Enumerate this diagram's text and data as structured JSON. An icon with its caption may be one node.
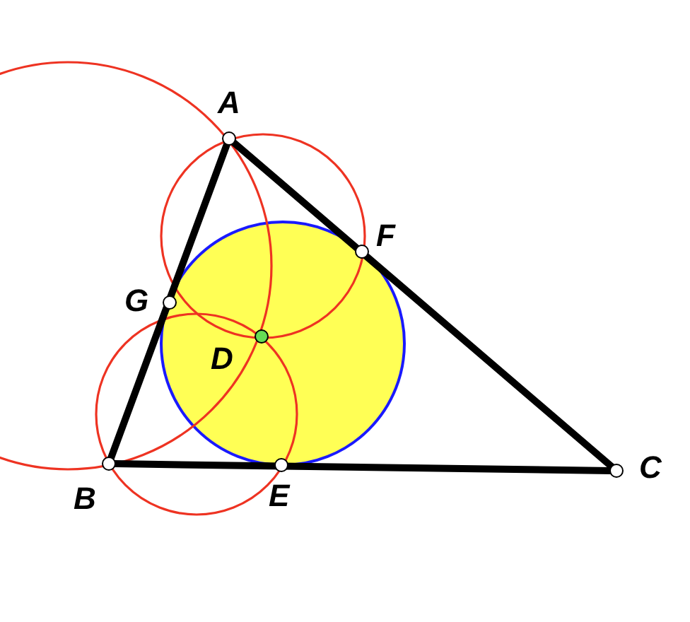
{
  "diagram": {
    "nodes": [
      {
        "text": [],
        "shape": "circle"
      },
      {
        "text": [],
        "shape": "circle"
      },
      {
        "text": [],
        "shape": "circle"
      },
      {
        "text": [],
        "shape": "circle"
      },
      {
        "text": [],
        "shape": "circle"
      },
      {
        "text": [],
        "shape": "circle"
      },
      {
        "text": [],
        "shape": "circle"
      }
    ],
    "edges": [
      {
        "from": 2,
        "to": 0,
        "arrow": "none"
      },
      {
        "from": 0,
        "to": 6,
        "arrow": "none"
      },
      {
        "from": 6,
        "to": 2,
        "arrow": "none"
      }
    ],
    "labels": [
      "A",
      "F",
      "G",
      "D",
      "B",
      "E",
      "C"
    ]
  }
}
